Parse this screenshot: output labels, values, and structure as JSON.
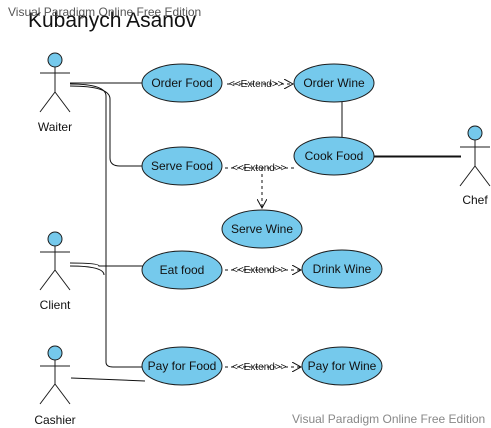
{
  "diagram": {
    "title": "Kubanych Asanov",
    "watermark_top": "Visual Paradigm Online Free Edition",
    "watermark_bottom": "Visual Paradigm Online Free Edition",
    "extend_label": "<<Extend>>",
    "actors": {
      "waiter": "Waiter",
      "client": "Client",
      "cashier": "Cashier",
      "chef": "Chef"
    },
    "use_cases": {
      "order_food": "Order Food",
      "order_wine": "Order Wine",
      "serve_food": "Serve Food",
      "cook_food": "Cook Food",
      "serve_wine": "Serve Wine",
      "eat_food": "Eat food",
      "drink_wine": "Drink Wine",
      "pay_for_food": "Pay for Food",
      "pay_for_wine": "Pay for Wine"
    }
  }
}
